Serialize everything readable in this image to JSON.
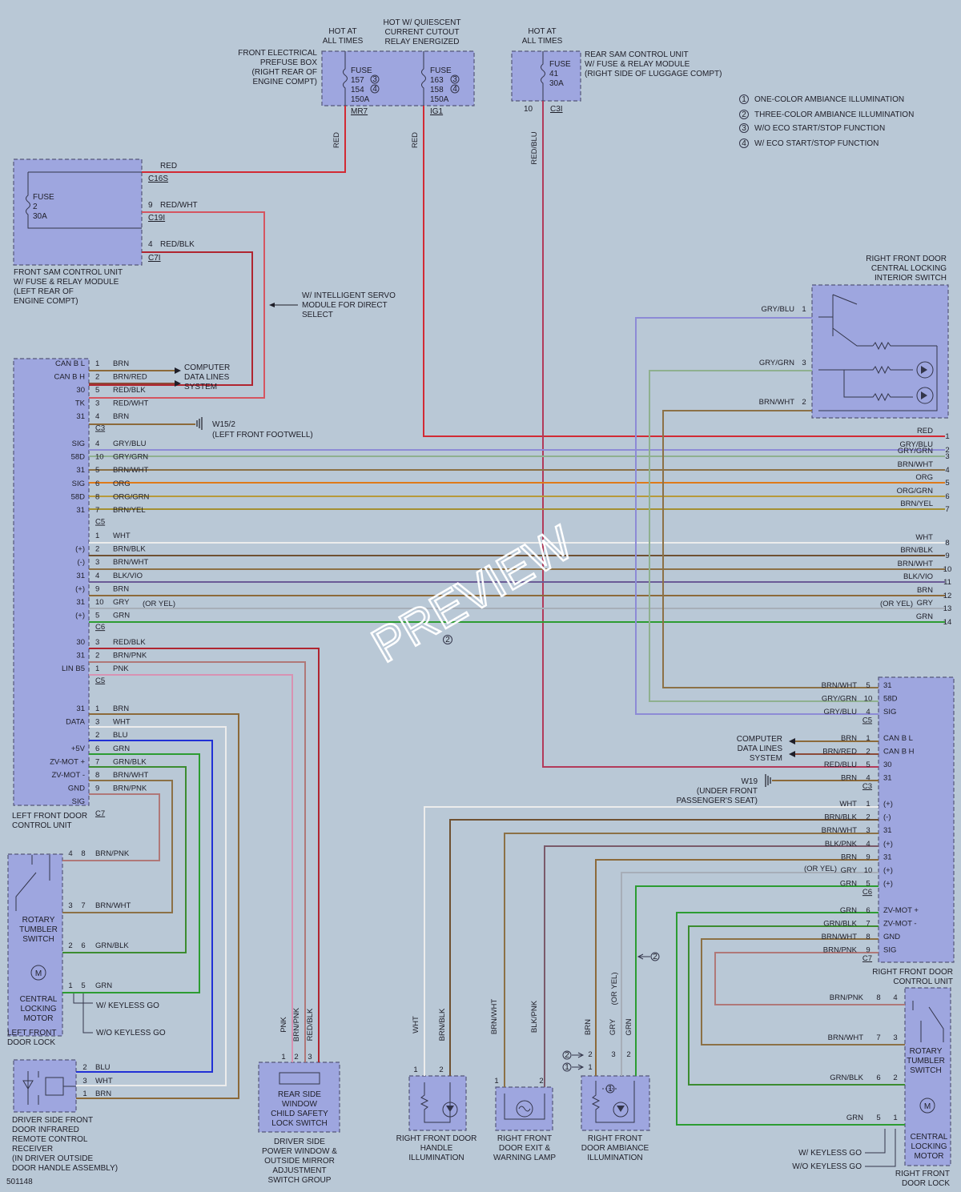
{
  "colors": {
    "background": "#b9c8d6",
    "component": "#9ea6df",
    "RED": "#d22a34",
    "GRY/BLU": "#8d8bd6",
    "GRY/GRN": "#8fb08f",
    "BRN/WHT": "#8c7146",
    "ORG": "#de7a1a",
    "ORG/GRN": "#b79a3a",
    "BRN/YEL": "#a49032",
    "WHT": "#ececec",
    "BRN/BLK": "#6f5132",
    "BLK/VIO": "#6b5b96",
    "BRN": "#8c6a3a",
    "GRY": "#a7aeb8",
    "GRN": "#2c9c32",
    "RED/BLK": "#b02530",
    "BRN/PNK": "#b07878",
    "PNK": "#d892b2",
    "BLU": "#2030d6",
    "GRN/BLK": "#3c8c30",
    "RED/WHT": "#d55560",
    "RED/BLU": "#b23a5a",
    "BRN/RED": "#8c4a38",
    "BLK/PNK": "#7a5a6a"
  },
  "supply": {
    "hot_all_1": "HOT AT",
    "hot_all_2": "ALL TIMES",
    "hot_q_1": "HOT W/ QUIESCENT",
    "hot_q_2": "CURRENT CUTOUT",
    "hot_q_3": "RELAY ENERGIZED",
    "hot_all2_1": "HOT AT",
    "hot_all2_2": "ALL TIMES"
  },
  "prefuse": {
    "label": [
      "FRONT ELECTRICAL",
      "PREFUSE BOX",
      "(RIGHT REAR OF",
      "ENGINE COMPT)"
    ],
    "fuse_a": [
      "FUSE",
      "157",
      "154",
      "150A"
    ],
    "fuse_b": [
      "FUSE",
      "163",
      "158",
      "150A"
    ],
    "conn_a": "MR7",
    "conn_b": "IG1"
  },
  "rear_sam": {
    "label": [
      "REAR SAM CONTROL UNIT",
      "W/ FUSE & RELAY MODULE",
      "(RIGHT SIDE OF LUGGAGE COMPT)"
    ],
    "fuse": [
      "FUSE",
      "41",
      "30A"
    ],
    "pin": "10",
    "conn": "C3I"
  },
  "notes": [
    {
      "num": "1",
      "text": "ONE-COLOR AMBIANCE ILLUMINATION"
    },
    {
      "num": "2",
      "text": "THREE-COLOR AMBIANCE ILLUMINATION"
    },
    {
      "num": "3",
      "text": "W/O ECO START/STOP FUNCTION"
    },
    {
      "num": "4",
      "text": "W/ ECO START/STOP FUNCTION"
    }
  ],
  "front_sam": {
    "label": [
      "FRONT SAM CONTROL UNIT",
      "W/ FUSE & RELAY MODULE",
      "(LEFT REAR OF",
      "ENGINE COMPT)"
    ],
    "fuse": [
      "FUSE",
      "2",
      "30A"
    ],
    "c16s": "C16S",
    "c19i": "C19I",
    "c7i": "C7I",
    "pin9": "9",
    "pin4": "4",
    "w_red": "RED",
    "w_redwht": "RED/WHT",
    "w_redblk": "RED/BLK"
  },
  "servo_note": [
    "W/ INTELLIGENT SERVO",
    "MODULE FOR DIRECT",
    "SELECT"
  ],
  "computer_lines": [
    "COMPUTER",
    "DATA LINES",
    "SYSTEM"
  ],
  "w15": {
    "label": "W15/2",
    "loc": "(LEFT FRONT FOOTWELL)"
  },
  "w19": {
    "label": "W19",
    "loc": [
      "(UNDER FRONT",
      "PASSENGER'S SEAT)"
    ]
  },
  "lfdcu": {
    "label": [
      "LEFT FRONT DOOR",
      "CONTROL UNIT"
    ],
    "c3": {
      "conn": "C3",
      "rows": [
        {
          "sig": "CAN B L",
          "pin": "1",
          "color": "BRN"
        },
        {
          "sig": "CAN B H",
          "pin": "2",
          "color": "BRN/RED"
        },
        {
          "sig": "30",
          "pin": "5",
          "color": "RED/BLK"
        },
        {
          "sig": "TK",
          "pin": "3",
          "color": "RED/WHT"
        },
        {
          "sig": "31",
          "pin": "4",
          "color": "BRN"
        }
      ]
    },
    "c5a": {
      "conn": "C5",
      "rows": [
        {
          "sig": "SIG",
          "pin": "4",
          "color": "GRY/BLU"
        },
        {
          "sig": "58D",
          "pin": "10",
          "color": "GRY/GRN"
        },
        {
          "sig": "31",
          "pin": "5",
          "color": "BRN/WHT"
        },
        {
          "sig": "SIG",
          "pin": "6",
          "color": "ORG"
        },
        {
          "sig": "58D",
          "pin": "8",
          "color": "ORG/GRN"
        },
        {
          "sig": "31",
          "pin": "7",
          "color": "BRN/YEL"
        }
      ]
    },
    "c6": {
      "conn": "C6",
      "rows": [
        {
          "sig": "",
          "pin": "1",
          "color": "WHT"
        },
        {
          "sig": "(+)",
          "pin": "2",
          "color": "BRN/BLK"
        },
        {
          "sig": "(-)",
          "pin": "3",
          "color": "BRN/WHT"
        },
        {
          "sig": "31",
          "pin": "4",
          "color": "BLK/VIO"
        },
        {
          "sig": "(+)",
          "pin": "9",
          "color": "BRN"
        },
        {
          "sig": "31",
          "pin": "10",
          "color": "GRY"
        },
        {
          "sig": "(+)",
          "pin": "5",
          "color": "GRN"
        }
      ]
    },
    "c5b": {
      "conn": "C5",
      "rows": [
        {
          "sig": "30",
          "pin": "3",
          "color": "RED/BLK"
        },
        {
          "sig": "31",
          "pin": "2",
          "color": "BRN/PNK"
        },
        {
          "sig": "LIN B5",
          "pin": "1",
          "color": "PNK"
        }
      ]
    },
    "c7": {
      "conn": "C7",
      "rows": [
        {
          "sig": "31",
          "pin": "1",
          "color": "BRN"
        },
        {
          "sig": "DATA",
          "pin": "3",
          "color": "WHT"
        },
        {
          "sig": "",
          "pin": "2",
          "color": "BLU"
        },
        {
          "sig": "+5V",
          "pin": "6",
          "color": "GRN"
        },
        {
          "sig": "ZV-MOT +",
          "pin": "7",
          "color": "GRN/BLK"
        },
        {
          "sig": "ZV-MOT -",
          "pin": "8",
          "color": "BRN/WHT"
        },
        {
          "sig": "GND",
          "pin": "9",
          "color": "BRN/PNK"
        },
        {
          "sig": "SIG",
          "pin": "",
          "color": ""
        }
      ]
    }
  },
  "or_yel": "(OR YEL)",
  "bus_right": [
    {
      "color": "RED",
      "num": "1"
    },
    {
      "color": "GRY/BLU",
      "num": "2"
    },
    {
      "color": "GRY/GRN",
      "num": "3"
    },
    {
      "color": "BRN/WHT",
      "num": "4"
    },
    {
      "color": "ORG",
      "num": "5"
    },
    {
      "color": "ORG/GRN",
      "num": "6"
    },
    {
      "color": "BRN/YEL",
      "num": "7"
    },
    {
      "color": "WHT",
      "num": "8"
    },
    {
      "color": "BRN/BLK",
      "num": "9"
    },
    {
      "color": "BRN/WHT",
      "num": "10"
    },
    {
      "color": "BLK/VIO",
      "num": "11"
    },
    {
      "color": "BRN",
      "num": "12"
    },
    {
      "color": "GRY",
      "num": "13"
    },
    {
      "color": "GRN",
      "num": "14"
    }
  ],
  "rfd_switch": {
    "label": [
      "RIGHT FRONT DOOR",
      "CENTRAL LOCKING",
      "INTERIOR SWITCH"
    ],
    "pins": [
      {
        "color": "GRY/BLU",
        "pin": "1"
      },
      {
        "color": "GRY/GRN",
        "pin": "3"
      },
      {
        "color": "BRN/WHT",
        "pin": "2"
      }
    ]
  },
  "rfdcu": {
    "label": [
      "RIGHT FRONT DOOR",
      "CONTROL UNIT"
    ],
    "c5": {
      "conn": "C5",
      "rows": [
        {
          "color": "BRN/WHT",
          "pin": "5",
          "sig": "31"
        },
        {
          "color": "GRY/GRN",
          "pin": "10",
          "sig": "58D"
        },
        {
          "color": "GRY/BLU",
          "pin": "4",
          "sig": "SIG"
        }
      ]
    },
    "c3": {
      "conn": "C3",
      "rows": [
        {
          "color": "BRN",
          "pin": "1",
          "sig": "CAN B L"
        },
        {
          "color": "BRN/RED",
          "pin": "2",
          "sig": "CAN B H"
        },
        {
          "color": "RED/BLU",
          "pin": "5",
          "sig": "30"
        },
        {
          "color": "BRN",
          "pin": "4",
          "sig": "31"
        }
      ]
    },
    "c6": {
      "conn": "C6",
      "rows": [
        {
          "color": "WHT",
          "pin": "1",
          "sig": "(+)"
        },
        {
          "color": "BRN/BLK",
          "pin": "2",
          "sig": "(-)"
        },
        {
          "color": "BRN/WHT",
          "pin": "3",
          "sig": "31"
        },
        {
          "color": "BLK/PNK",
          "pin": "4",
          "sig": "(+)"
        },
        {
          "color": "BRN",
          "pin": "9",
          "sig": "31"
        },
        {
          "color": "GRY",
          "pin": "10",
          "sig": "(+)"
        },
        {
          "color": "GRN",
          "pin": "5",
          "sig": "(+)"
        }
      ]
    },
    "c7": {
      "conn": "C7",
      "rows": [
        {
          "color": "GRN",
          "pin": "6",
          "sig": "ZV-MOT +"
        },
        {
          "color": "GRN/BLK",
          "pin": "7",
          "sig": "ZV-MOT -"
        },
        {
          "color": "BRN/WHT",
          "pin": "8",
          "sig": "GND"
        },
        {
          "color": "BRN/PNK",
          "pin": "9",
          "sig": "SIG"
        }
      ]
    }
  },
  "left_lock": {
    "rotary": [
      "ROTARY",
      "TUMBLER",
      "SWITCH"
    ],
    "motor": [
      "CENTRAL",
      "LOCKING",
      "MOTOR"
    ],
    "label": [
      "LEFT FRONT",
      "DOOR LOCK"
    ],
    "motor_symbol": "M",
    "rows": [
      {
        "a": "4",
        "b": "8",
        "color": "BRN/PNK"
      },
      {
        "a": "3",
        "b": "7",
        "color": "BRN/WHT"
      },
      {
        "a": "2",
        "b": "6",
        "color": "GRN/BLK"
      },
      {
        "a": "1",
        "b": "5",
        "color": "GRN"
      }
    ],
    "w_keyless": "W/ KEYLESS GO",
    "wo_keyless": "W/O KEYLESS GO"
  },
  "right_lock": {
    "rotary": [
      "ROTARY",
      "TUMBLER",
      "SWITCH"
    ],
    "motor": [
      "CENTRAL",
      "LOCKING",
      "MOTOR"
    ],
    "label": [
      "RIGHT FRONT",
      "DOOR LOCK"
    ],
    "motor_symbol": "M",
    "rows": [
      {
        "a": "8",
        "b": "4",
        "color": "BRN/PNK"
      },
      {
        "a": "7",
        "b": "3",
        "color": "BRN/WHT"
      },
      {
        "a": "6",
        "b": "2",
        "color": "GRN/BLK"
      },
      {
        "a": "5",
        "b": "1",
        "color": "GRN"
      }
    ],
    "w_keyless": "W/ KEYLESS GO",
    "wo_keyless": "W/O KEYLESS GO"
  },
  "ir_receiver": {
    "label": [
      "DRIVER SIDE FRONT",
      "DOOR INFRARED",
      "REMOTE CONTROL",
      "RECEIVER",
      "(IN DRIVER OUTSIDE",
      "DOOR HANDLE ASSEMBLY)"
    ],
    "rows": [
      {
        "pin": "2",
        "color": "BLU"
      },
      {
        "pin": "3",
        "color": "WHT"
      },
      {
        "pin": "1",
        "color": "BRN"
      }
    ]
  },
  "switch_group": {
    "inner": [
      "REAR SIDE",
      "WINDOW",
      "CHILD SAFETY",
      "LOCK SWITCH"
    ],
    "label": [
      "DRIVER SIDE",
      "POWER WINDOW &",
      "OUTSIDE MIRROR",
      "ADJUSTMENT",
      "SWITCH GROUP"
    ],
    "wires": [
      "PNK",
      "BRN/PNK",
      "RED/BLK"
    ],
    "pins": [
      "1",
      "2",
      "3"
    ]
  },
  "handle_illum": {
    "label": [
      "RIGHT FRONT DOOR",
      "HANDLE",
      "ILLUMINATION"
    ],
    "wires": [
      "WHT",
      "BRN/BLK"
    ],
    "pins": [
      "1",
      "2"
    ]
  },
  "exit_lamp": {
    "label": [
      "RIGHT FRONT",
      "DOOR EXIT &",
      "WARNING LAMP"
    ],
    "wires": [
      "BRN/WHT",
      "BLK/PNK"
    ],
    "pins": [
      "1",
      "2"
    ]
  },
  "ambiance": {
    "label": [
      "RIGHT FRONT",
      "DOOR AMBIANCE",
      "ILLUMINATION"
    ],
    "wires": [
      "BRN",
      "GRY",
      "GRN"
    ],
    "or_yel": "(OR YEL)",
    "pins": [
      "2",
      "1",
      "3",
      "2"
    ]
  },
  "watermark": "PREVIEW",
  "diagram_id": "501148"
}
